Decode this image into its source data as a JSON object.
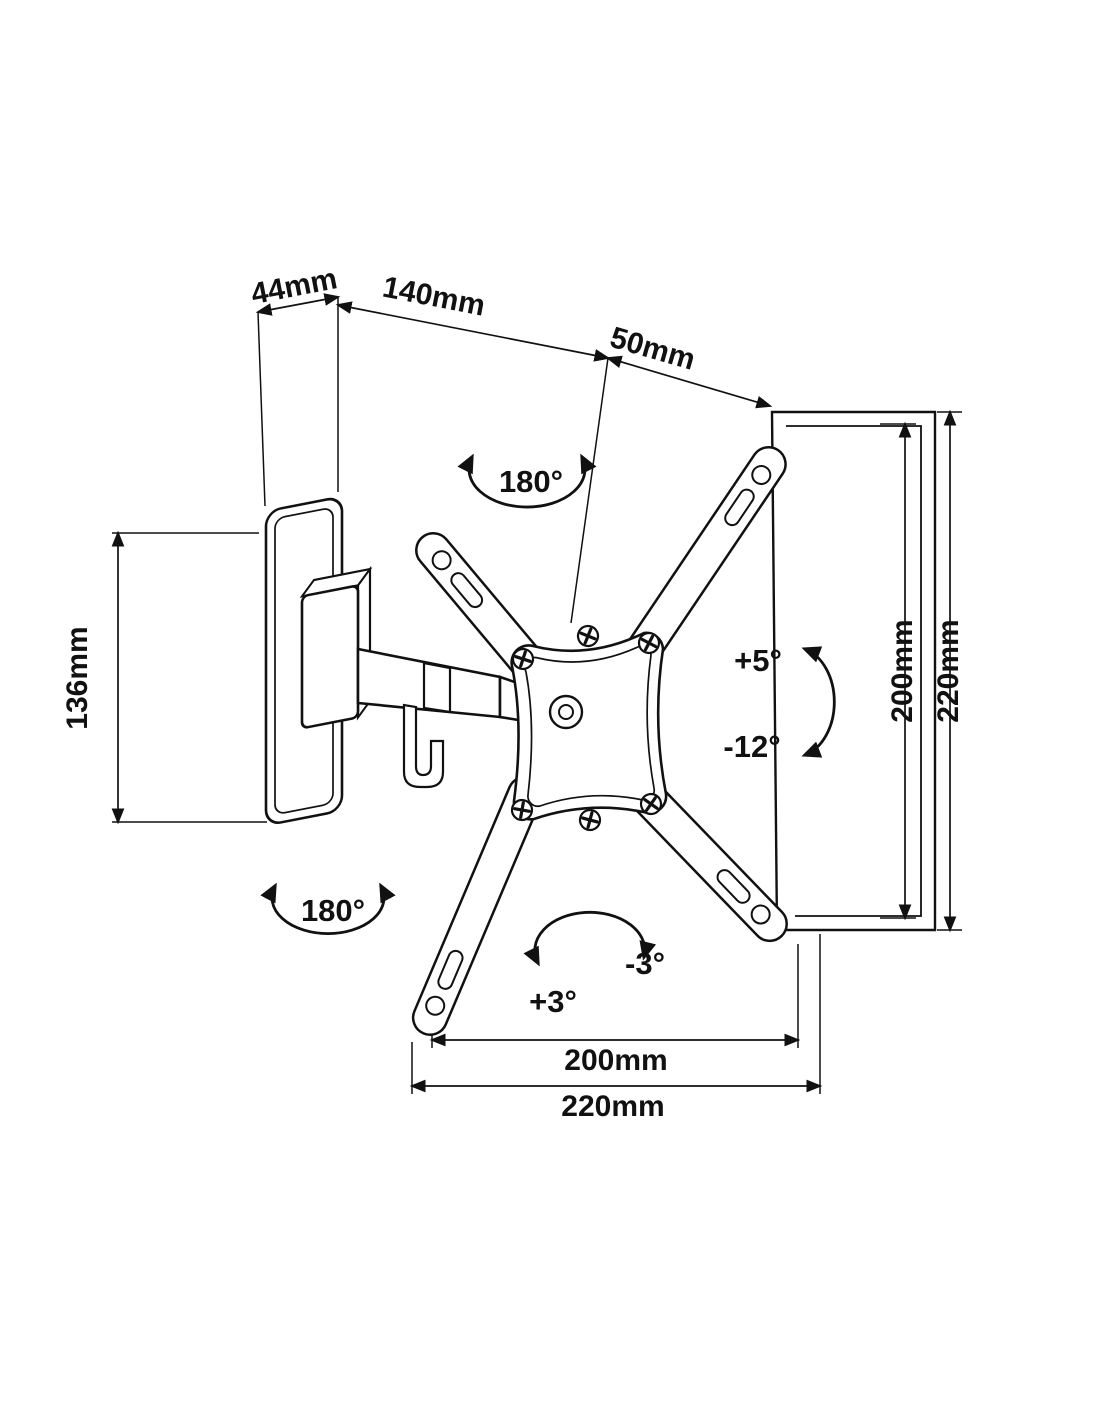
{
  "colors": {
    "line": "#111111",
    "background": "#ffffff"
  },
  "dimensions": {
    "wall_plate_depth": "44mm",
    "arm_reach": "140mm",
    "plate_to_panel": "50mm",
    "bracket_height": "136mm",
    "vesa_height": "200mm",
    "panel_height": "220mm",
    "vesa_width": "200mm",
    "panel_width": "220mm"
  },
  "angles": {
    "swivel_top": "180°",
    "swivel_bottom": "180°",
    "tilt_up": "+5°",
    "tilt_down": "-12°",
    "level_left": "+3°",
    "level_right": "-3°"
  }
}
